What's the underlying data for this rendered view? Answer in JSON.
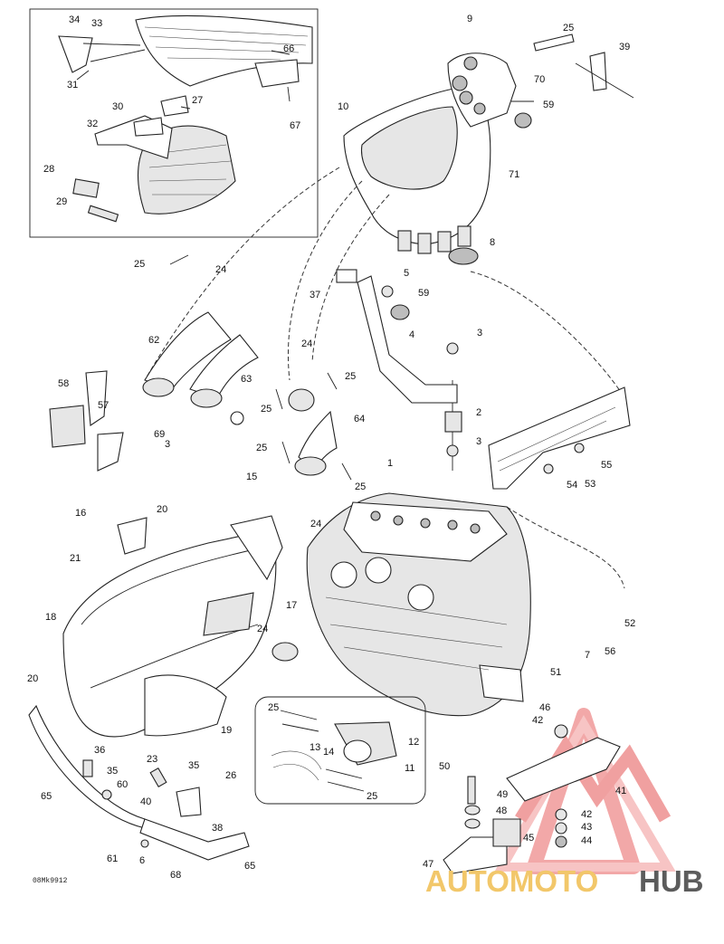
{
  "diagram": {
    "code": "08Mk9912",
    "watermark": {
      "part1": "AUTOMOTO",
      "part2": "HUB"
    },
    "callouts": [
      {
        "id": "c34",
        "text": "34"
      },
      {
        "id": "c33",
        "text": "33"
      },
      {
        "id": "c31",
        "text": "31"
      },
      {
        "id": "c66",
        "text": "66"
      },
      {
        "id": "c67",
        "text": "67"
      },
      {
        "id": "c30",
        "text": "30"
      },
      {
        "id": "c27",
        "text": "27"
      },
      {
        "id": "c32",
        "text": "32"
      },
      {
        "id": "c28",
        "text": "28"
      },
      {
        "id": "c29",
        "text": "29"
      },
      {
        "id": "c9",
        "text": "9"
      },
      {
        "id": "c25a",
        "text": "25"
      },
      {
        "id": "c39",
        "text": "39"
      },
      {
        "id": "c10",
        "text": "10"
      },
      {
        "id": "c70",
        "text": "70"
      },
      {
        "id": "c59a",
        "text": "59"
      },
      {
        "id": "c71",
        "text": "71"
      },
      {
        "id": "c8",
        "text": "8"
      },
      {
        "id": "c25b",
        "text": "25"
      },
      {
        "id": "c24a",
        "text": "24"
      },
      {
        "id": "c37",
        "text": "37"
      },
      {
        "id": "c5",
        "text": "5"
      },
      {
        "id": "c59b",
        "text": "59"
      },
      {
        "id": "c62",
        "text": "62"
      },
      {
        "id": "c3a",
        "text": "3"
      },
      {
        "id": "c4",
        "text": "4"
      },
      {
        "id": "c24b",
        "text": "24"
      },
      {
        "id": "c58",
        "text": "58"
      },
      {
        "id": "c63",
        "text": "63"
      },
      {
        "id": "c25c",
        "text": "25"
      },
      {
        "id": "c57",
        "text": "57"
      },
      {
        "id": "c25d",
        "text": "25"
      },
      {
        "id": "c2",
        "text": "2"
      },
      {
        "id": "c64",
        "text": "64"
      },
      {
        "id": "c69",
        "text": "69"
      },
      {
        "id": "c3b",
        "text": "3"
      },
      {
        "id": "c3c",
        "text": "3"
      },
      {
        "id": "c25e",
        "text": "25"
      },
      {
        "id": "c55",
        "text": "55"
      },
      {
        "id": "c25f",
        "text": "25"
      },
      {
        "id": "c54",
        "text": "54"
      },
      {
        "id": "c53",
        "text": "53"
      },
      {
        "id": "c1",
        "text": "1"
      },
      {
        "id": "c15",
        "text": "15"
      },
      {
        "id": "c16",
        "text": "16"
      },
      {
        "id": "c20a",
        "text": "20"
      },
      {
        "id": "c24c",
        "text": "24"
      },
      {
        "id": "c21",
        "text": "21"
      },
      {
        "id": "c17",
        "text": "17"
      },
      {
        "id": "c18",
        "text": "18"
      },
      {
        "id": "c52",
        "text": "52"
      },
      {
        "id": "c24d",
        "text": "24"
      },
      {
        "id": "c7",
        "text": "7"
      },
      {
        "id": "c56",
        "text": "56"
      },
      {
        "id": "c51",
        "text": "51"
      },
      {
        "id": "c20b",
        "text": "20"
      },
      {
        "id": "c19",
        "text": "19"
      },
      {
        "id": "c25g",
        "text": "25"
      },
      {
        "id": "c46",
        "text": "46"
      },
      {
        "id": "c42a",
        "text": "42"
      },
      {
        "id": "c12",
        "text": "12"
      },
      {
        "id": "c13",
        "text": "13"
      },
      {
        "id": "c14",
        "text": "14"
      },
      {
        "id": "c36",
        "text": "36"
      },
      {
        "id": "c23",
        "text": "23"
      },
      {
        "id": "c11",
        "text": "11"
      },
      {
        "id": "c35a",
        "text": "35"
      },
      {
        "id": "c35b",
        "text": "35"
      },
      {
        "id": "c50",
        "text": "50"
      },
      {
        "id": "c60",
        "text": "60"
      },
      {
        "id": "c26",
        "text": "26"
      },
      {
        "id": "c41",
        "text": "41"
      },
      {
        "id": "c65a",
        "text": "65"
      },
      {
        "id": "c40",
        "text": "40"
      },
      {
        "id": "c25h",
        "text": "25"
      },
      {
        "id": "c49",
        "text": "49"
      },
      {
        "id": "c38",
        "text": "38"
      },
      {
        "id": "c48",
        "text": "48"
      },
      {
        "id": "c42b",
        "text": "42"
      },
      {
        "id": "c43",
        "text": "43"
      },
      {
        "id": "c45",
        "text": "45"
      },
      {
        "id": "c44",
        "text": "44"
      },
      {
        "id": "c61",
        "text": "61"
      },
      {
        "id": "c6",
        "text": "6"
      },
      {
        "id": "c65b",
        "text": "65"
      },
      {
        "id": "c47",
        "text": "47"
      },
      {
        "id": "c68",
        "text": "68"
      }
    ]
  }
}
